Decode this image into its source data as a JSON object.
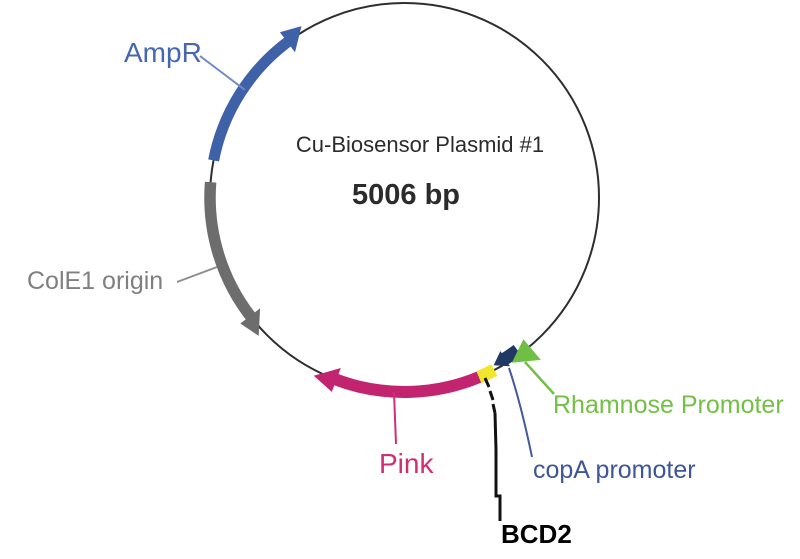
{
  "plasmid": {
    "title": "Cu-Biosensor Plasmid #1",
    "size": "5006 bp",
    "title_color": "#2b2b2b"
  },
  "colors": {
    "outline": "#2e2e2e",
    "background": "#ffffff"
  },
  "features": {
    "ampr": {
      "label": "AmpR",
      "arc_color": "#3e61a7",
      "label_color": "#4467b2",
      "leader_color": "#7089c4"
    },
    "cole1": {
      "label": "ColE1 origin",
      "arc_color": "#6d6d6d",
      "label_color": "#7f7f7f",
      "leader_color": "#8c8c8c"
    },
    "pink": {
      "label": "Pink",
      "arc_color": "#c32470",
      "label_color": "#d02d76",
      "leader_color": "#d02d76"
    },
    "yellow_site": {
      "arc_color": "#f2e52e"
    },
    "copa_promoter": {
      "label": "copA promoter",
      "arc_color": "#203864",
      "label_color": "#3e5695",
      "leader_color": "#44599c"
    },
    "rhamnose_promoter": {
      "label": "Rhamnose Promoter",
      "arc_color": "#6fbf44",
      "label_color": "#72c044",
      "leader_color": "#72c044"
    },
    "bcd2": {
      "label": "BCD2",
      "label_color": "#000000",
      "leader_color": "#111111"
    }
  }
}
